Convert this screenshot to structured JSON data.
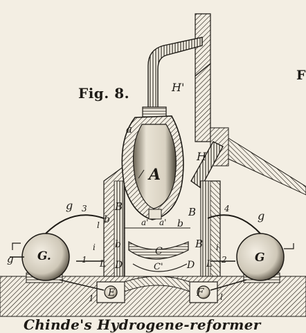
{
  "figure": {
    "title": "Fig. 8.",
    "page_edge_letter": "F",
    "caption": "Chinde's Hydrogene-reformer"
  },
  "labels": {
    "A": "A",
    "H1": "H'",
    "H": "H",
    "a": "a",
    "B_left": "B",
    "B_right": "B",
    "b_left1": "b",
    "b_left2": "b",
    "b_right1": "b",
    "b_right2": "B",
    "a_prime_left": "a'",
    "a_prime_right": "a'",
    "C": "C",
    "C_prime": "C'",
    "D_left": "D",
    "D_right": "D",
    "E_left": "E",
    "F_right": "F",
    "G_left": "G.",
    "G_right": "G",
    "g_top_left": "g",
    "g_left": "g",
    "g_top_right": "g",
    "n3": "3",
    "n4": "4",
    "n1_left": "1",
    "n1_left_b": "1",
    "n2_right": "2",
    "L_left": "L",
    "L_right": "L",
    "i_left": "i",
    "i_right": "i",
    "l_left": "l",
    "l_right": "l"
  }
}
